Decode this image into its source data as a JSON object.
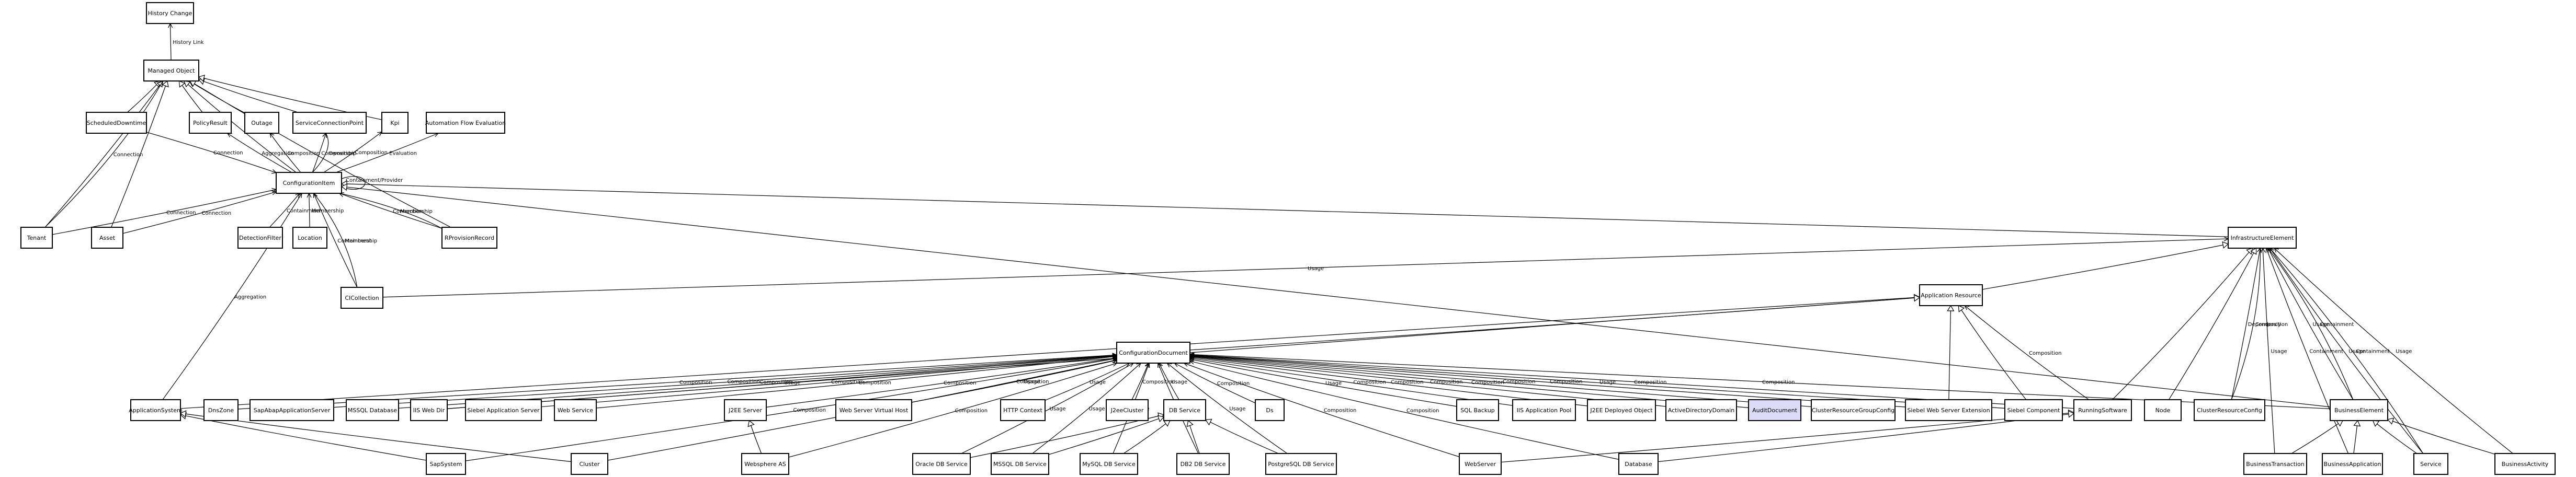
{
  "nodes": [
    {
      "id": "history-change",
      "label": "History Change"
    },
    {
      "id": "managed-object",
      "label": "Managed Object"
    },
    {
      "id": "scheduled-downtime",
      "label": "ScheduledDowntime"
    },
    {
      "id": "policy-result",
      "label": "PolicyResult"
    },
    {
      "id": "outage",
      "label": "Outage"
    },
    {
      "id": "service-connection-point",
      "label": "ServiceConnectionPoint"
    },
    {
      "id": "kpi",
      "label": "Kpi"
    },
    {
      "id": "automation-flow-evaluation",
      "label": "Automation Flow Evaluation"
    },
    {
      "id": "configuration-item",
      "label": "ConfigurationItem"
    },
    {
      "id": "tenant",
      "label": "Tenant"
    },
    {
      "id": "asset",
      "label": "Asset"
    },
    {
      "id": "detection-filter",
      "label": "DetectionFilter"
    },
    {
      "id": "location",
      "label": "Location"
    },
    {
      "id": "rprovision-record",
      "label": "RProvisionRecord"
    },
    {
      "id": "ci-collection",
      "label": "CICollection"
    },
    {
      "id": "infrastructure-element",
      "label": "InfrastructureElement"
    },
    {
      "id": "application-resource",
      "label": "Application Resource"
    },
    {
      "id": "configuration-document",
      "label": "ConfigurationDocument"
    },
    {
      "id": "application-system",
      "label": "ApplicationSystem"
    },
    {
      "id": "dns-zone",
      "label": "DnsZone"
    },
    {
      "id": "sap-app-server",
      "label": "SapAbapApplicationServer"
    },
    {
      "id": "mssql-database",
      "label": "MSSQL Database"
    },
    {
      "id": "iis-web-dir",
      "label": "IIS Web Dir"
    },
    {
      "id": "siebel-app-server",
      "label": "Siebel Application Server"
    },
    {
      "id": "web-service",
      "label": "Web Service"
    },
    {
      "id": "j2ee-server",
      "label": "J2EE Server"
    },
    {
      "id": "web-server-virtual-host",
      "label": "Web Server Virtual Host"
    },
    {
      "id": "http-context",
      "label": "HTTP Context"
    },
    {
      "id": "j2ee-cluster",
      "label": "J2eeCluster"
    },
    {
      "id": "db-service",
      "label": "DB Service"
    },
    {
      "id": "ds",
      "label": "Ds"
    },
    {
      "id": "sql-backup",
      "label": "SQL Backup"
    },
    {
      "id": "ias-application-pool",
      "label": "IIS Application Pool"
    },
    {
      "id": "j2ee-deployed-object",
      "label": "J2EE Deployed Object"
    },
    {
      "id": "active-directory-domain",
      "label": "ActiveDirectoryDomain"
    },
    {
      "id": "audit-document",
      "label": "AuditDocument"
    },
    {
      "id": "cluster-resource-group-config",
      "label": "ClusterResourceGroupConfig"
    },
    {
      "id": "siebel-web-server-extension",
      "label": "Siebel Web Server Extension"
    },
    {
      "id": "siebel-component",
      "label": "Siebel Component"
    },
    {
      "id": "running-software",
      "label": "RunningSoftware"
    },
    {
      "id": "node",
      "label": "Node"
    },
    {
      "id": "cluster-resource-config",
      "label": "ClusterResourceConfig"
    },
    {
      "id": "business-element",
      "label": "BusinessElement"
    },
    {
      "id": "sap-system",
      "label": "SapSystem"
    },
    {
      "id": "cluster",
      "label": "Cluster"
    },
    {
      "id": "websphere-as",
      "label": "Websphere AS"
    },
    {
      "id": "oracle-db-service",
      "label": "Oracle DB Service"
    },
    {
      "id": "mssql-db-service",
      "label": "MSSQL DB Service"
    },
    {
      "id": "mysql-db-service",
      "label": "MySQL DB Service"
    },
    {
      "id": "db2-db-service",
      "label": "DB2 DB Service"
    },
    {
      "id": "postgresql-db-service",
      "label": "PostgreSQL DB Service"
    },
    {
      "id": "webserver",
      "label": "WebServer"
    },
    {
      "id": "database",
      "label": "Database"
    },
    {
      "id": "business-transaction",
      "label": "BusinessTransaction"
    },
    {
      "id": "business-application",
      "label": "BusinessApplication"
    },
    {
      "id": "service",
      "label": "Service"
    },
    {
      "id": "business-activity",
      "label": "BusinessActivity"
    }
  ],
  "edges": [
    {
      "from": "managed-object",
      "to": "history-change",
      "label": "History Link",
      "kind": "assoc"
    },
    {
      "from": "scheduled-downtime",
      "to": "managed-object",
      "label": "",
      "kind": "inherit"
    },
    {
      "from": "policy-result",
      "to": "managed-object",
      "label": "",
      "kind": "inherit"
    },
    {
      "from": "outage",
      "to": "managed-object",
      "label": "",
      "kind": "inherit"
    },
    {
      "from": "service-connection-point",
      "to": "managed-object",
      "label": "",
      "kind": "inherit"
    },
    {
      "from": "kpi",
      "to": "managed-object",
      "label": "",
      "kind": "inherit"
    },
    {
      "from": "configuration-item",
      "to": "managed-object",
      "label": "",
      "kind": "inherit"
    },
    {
      "from": "tenant",
      "to": "managed-object",
      "label": "",
      "kind": "inherit"
    },
    {
      "from": "asset",
      "to": "managed-object",
      "label": "",
      "kind": "inherit"
    },
    {
      "from": "rprovision-record",
      "to": "managed-object",
      "label": "",
      "kind": "inherit"
    },
    {
      "from": "tenant",
      "to": "managed-object",
      "label": "Connection",
      "kind": "assoc"
    },
    {
      "from": "scheduled-downtime",
      "to": "configuration-item",
      "label": "Connection",
      "kind": "assoc"
    },
    {
      "from": "configuration-item",
      "to": "policy-result",
      "label": "Aggregation",
      "kind": "assoc"
    },
    {
      "from": "configuration-item",
      "to": "outage",
      "label": "Composition",
      "kind": "assoc"
    },
    {
      "from": "configuration-item",
      "to": "service-connection-point",
      "label": "Composition",
      "kind": "assoc"
    },
    {
      "from": "configuration-item",
      "to": "service-connection-point",
      "label": "Ownership",
      "kind": "assoc"
    },
    {
      "from": "configuration-item",
      "to": "kpi",
      "label": "Composition",
      "kind": "assoc"
    },
    {
      "from": "configuration-item",
      "to": "automation-flow-evaluation",
      "label": "Evaluation",
      "kind": "assoc"
    },
    {
      "from": "configuration-item",
      "to": "configuration-item",
      "label": "Containment/Provider",
      "kind": "assoc"
    },
    {
      "from": "tenant",
      "to": "configuration-item",
      "label": "Connection",
      "kind": "assoc"
    },
    {
      "from": "asset",
      "to": "configuration-item",
      "label": "Connection",
      "kind": "assoc"
    },
    {
      "from": "detection-filter",
      "to": "configuration-item",
      "label": "Containment",
      "kind": "assoc"
    },
    {
      "from": "location",
      "to": "configuration-item",
      "label": "Membership",
      "kind": "assoc"
    },
    {
      "from": "rprovision-record",
      "to": "configuration-item",
      "label": "Connection",
      "kind": "assoc"
    },
    {
      "from": "rprovision-record",
      "to": "configuration-item",
      "label": "Membership",
      "kind": "assoc"
    },
    {
      "from": "ci-collection",
      "to": "configuration-item",
      "label": "Containment",
      "kind": "assoc"
    },
    {
      "from": "ci-collection",
      "to": "configuration-item",
      "label": "Membership",
      "kind": "assoc"
    },
    {
      "from": "ci-collection",
      "to": "infrastructure-element",
      "label": "Usage",
      "kind": "assoc"
    },
    {
      "from": "application-system",
      "to": "configuration-item",
      "label": "Aggregation",
      "kind": "assoc"
    },
    {
      "from": "infrastructure-element",
      "to": "configuration-item",
      "label": "",
      "kind": "inherit"
    },
    {
      "from": "application-resource",
      "to": "infrastructure-element",
      "label": "",
      "kind": "inherit"
    },
    {
      "from": "configuration-document",
      "to": "application-resource",
      "label": "",
      "kind": "inherit"
    },
    {
      "from": "application-system",
      "to": "application-resource",
      "label": "",
      "kind": "inherit"
    },
    {
      "from": "iis-web-dir",
      "to": "application-resource",
      "label": "",
      "kind": "inherit"
    },
    {
      "from": "dns-zone",
      "to": "configuration-document",
      "label": "Composition",
      "kind": "assoc"
    },
    {
      "from": "sap-app-server",
      "to": "configuration-document",
      "label": "Composition",
      "kind": "assoc"
    },
    {
      "from": "mssql-database",
      "to": "configuration-document",
      "label": "Composition",
      "kind": "assoc"
    },
    {
      "from": "iis-web-dir",
      "to": "configuration-document",
      "label": "Usage",
      "kind": "assoc"
    },
    {
      "from": "siebel-app-server",
      "to": "configuration-document",
      "label": "Composition",
      "kind": "assoc"
    },
    {
      "from": "web-service",
      "to": "configuration-document",
      "label": "Composition",
      "kind": "assoc"
    },
    {
      "from": "sap-system",
      "to": "configuration-document",
      "label": "Composition",
      "kind": "assoc"
    },
    {
      "from": "cluster",
      "to": "configuration-document",
      "label": "Composition",
      "kind": "assoc"
    },
    {
      "from": "j2ee-server",
      "to": "configuration-document",
      "label": "Composition",
      "kind": "assoc"
    },
    {
      "from": "websphere-as",
      "to": "configuration-document",
      "label": "Composition",
      "kind": "assoc"
    },
    {
      "from": "web-server-virtual-host",
      "to": "configuration-document",
      "label": "Composition",
      "kind": "assoc"
    },
    {
      "from": "web-server-virtual-host",
      "to": "configuration-document",
      "label": "Usage",
      "kind": "assoc"
    },
    {
      "from": "http-context",
      "to": "configuration-document",
      "label": "Usage",
      "kind": "assoc"
    },
    {
      "from": "oracle-db-service",
      "to": "configuration-document",
      "label": "Usage",
      "kind": "assoc"
    },
    {
      "from": "mssql-db-service",
      "to": "configuration-document",
      "label": "Usage",
      "kind": "assoc"
    },
    {
      "from": "mysql-db-service",
      "to": "configuration-document",
      "label": "Usage",
      "kind": "assoc"
    },
    {
      "from": "j2ee-cluster",
      "to": "configuration-document",
      "label": "Composition",
      "kind": "assoc"
    },
    {
      "from": "db-service",
      "to": "configuration-document",
      "label": "Usage",
      "kind": "assoc"
    },
    {
      "from": "db2-db-service",
      "to": "configuration-document",
      "label": "Usage",
      "kind": "assoc"
    },
    {
      "from": "postgresql-db-service",
      "to": "configuration-document",
      "label": "Usage",
      "kind": "assoc"
    },
    {
      "from": "ds",
      "to": "configuration-document",
      "label": "Composition",
      "kind": "assoc"
    },
    {
      "from": "webserver",
      "to": "configuration-document",
      "label": "Composition",
      "kind": "assoc"
    },
    {
      "from": "database",
      "to": "configuration-document",
      "label": "Composition",
      "kind": "assoc"
    },
    {
      "from": "sql-backup",
      "to": "configuration-document",
      "label": "Usage",
      "kind": "assoc"
    },
    {
      "from": "ias-application-pool",
      "to": "configuration-document",
      "label": "Composition",
      "kind": "assoc"
    },
    {
      "from": "j2ee-deployed-object",
      "to": "configuration-document",
      "label": "Composition",
      "kind": "assoc"
    },
    {
      "from": "active-directory-domain",
      "to": "configuration-document",
      "label": "Composition",
      "kind": "assoc"
    },
    {
      "from": "audit-document",
      "to": "configuration-document",
      "label": "Composition",
      "kind": "assoc"
    },
    {
      "from": "cluster-resource-group-config",
      "to": "configuration-document",
      "label": "Composition",
      "kind": "assoc"
    },
    {
      "from": "siebel-web-server-extension",
      "to": "configuration-document",
      "label": "Composition",
      "kind": "assoc"
    },
    {
      "from": "siebel-component",
      "to": "configuration-document",
      "label": "Usage",
      "kind": "assoc"
    },
    {
      "from": "running-software",
      "to": "configuration-document",
      "label": "Composition",
      "kind": "assoc"
    },
    {
      "from": "business-element",
      "to": "configuration-document",
      "label": "Composition",
      "kind": "assoc"
    },
    {
      "from": "sap-system",
      "to": "application-system",
      "label": "",
      "kind": "inherit"
    },
    {
      "from": "cluster",
      "to": "application-system",
      "label": "",
      "kind": "inherit"
    },
    {
      "from": "websphere-as",
      "to": "j2ee-server",
      "label": "",
      "kind": "inherit"
    },
    {
      "from": "oracle-db-service",
      "to": "db-service",
      "label": "",
      "kind": "inherit"
    },
    {
      "from": "mssql-db-service",
      "to": "db-service",
      "label": "",
      "kind": "inherit"
    },
    {
      "from": "mysql-db-service",
      "to": "db-service",
      "label": "",
      "kind": "inherit"
    },
    {
      "from": "db2-db-service",
      "to": "db-service",
      "label": "",
      "kind": "inherit"
    },
    {
      "from": "postgresql-db-service",
      "to": "db-service",
      "label": "",
      "kind": "inherit"
    },
    {
      "from": "webserver",
      "to": "running-software",
      "label": "",
      "kind": "inherit"
    },
    {
      "from": "database",
      "to": "running-software",
      "label": "",
      "kind": "inherit"
    },
    {
      "from": "siebel-web-server-extension",
      "to": "application-resource",
      "label": "",
      "kind": "inherit"
    },
    {
      "from": "siebel-component",
      "to": "application-resource",
      "label": "",
      "kind": "inherit"
    },
    {
      "from": "running-software",
      "to": "application-resource",
      "label": "Composition",
      "kind": "assoc"
    },
    {
      "from": "running-software",
      "to": "infrastructure-element",
      "label": "",
      "kind": "inherit"
    },
    {
      "from": "node",
      "to": "infrastructure-element",
      "label": "",
      "kind": "inherit"
    },
    {
      "from": "cluster-resource-config",
      "to": "infrastructure-element",
      "label": "Dependency",
      "kind": "assoc"
    },
    {
      "from": "cluster-resource-config",
      "to": "infrastructure-element",
      "label": "Composition",
      "kind": "assoc"
    },
    {
      "from": "business-element",
      "to": "infrastructure-element",
      "label": "Usage",
      "kind": "assoc"
    },
    {
      "from": "business-element",
      "to": "infrastructure-element",
      "label": "Containment",
      "kind": "assoc"
    },
    {
      "from": "business-element",
      "to": "configuration-item",
      "label": "",
      "kind": "inherit"
    },
    {
      "from": "business-transaction",
      "to": "infrastructure-element",
      "label": "Usage",
      "kind": "assoc"
    },
    {
      "from": "business-application",
      "to": "infrastructure-element",
      "label": "Containment",
      "kind": "assoc"
    },
    {
      "from": "service",
      "to": "infrastructure-element",
      "label": "Usage",
      "kind": "assoc"
    },
    {
      "from": "service",
      "to": "infrastructure-element",
      "label": "Containment",
      "kind": "assoc"
    },
    {
      "from": "business-activity",
      "to": "infrastructure-element",
      "label": "Usage",
      "kind": "assoc"
    },
    {
      "from": "business-transaction",
      "to": "business-element",
      "label": "",
      "kind": "inherit"
    },
    {
      "from": "business-application",
      "to": "business-element",
      "label": "",
      "kind": "inherit"
    },
    {
      "from": "service",
      "to": "business-element",
      "label": "",
      "kind": "inherit"
    },
    {
      "from": "business-activity",
      "to": "business-element",
      "label": "",
      "kind": "inherit"
    }
  ]
}
